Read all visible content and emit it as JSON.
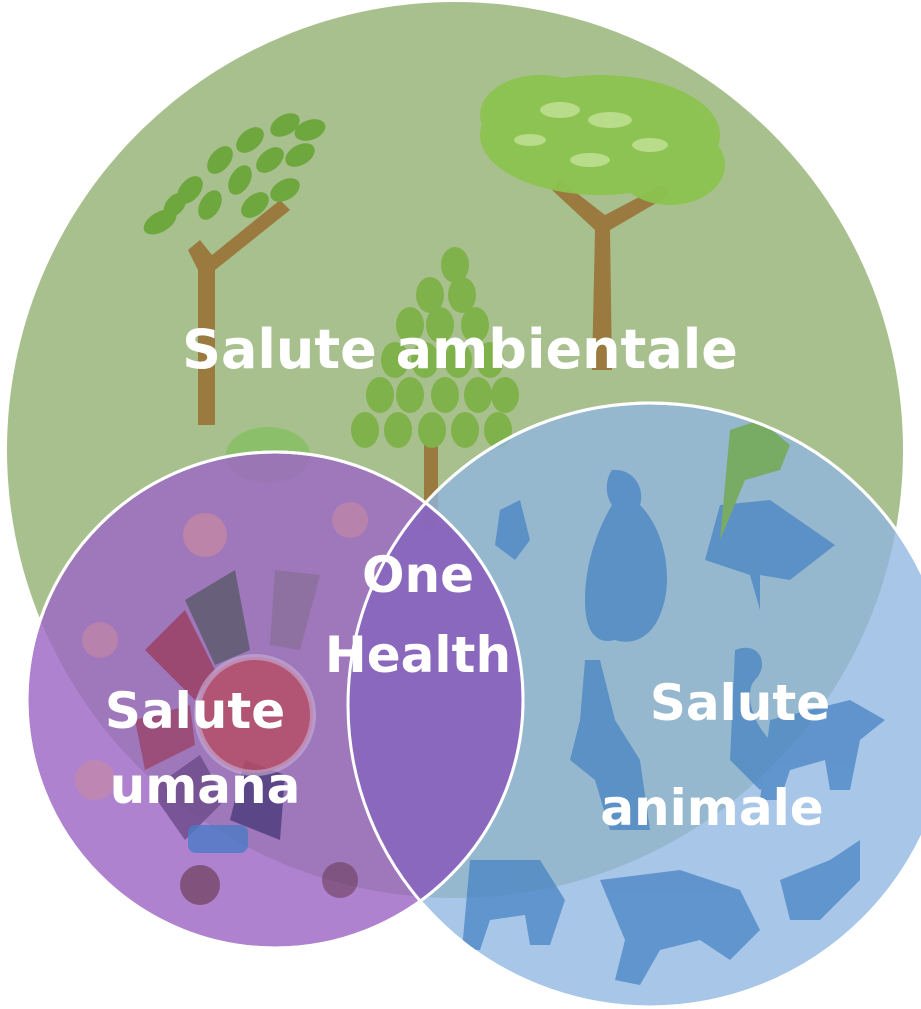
{
  "diagram": {
    "type": "venn",
    "sets": {
      "environment": {
        "label": "Salute ambientale",
        "color": "#9fba82"
      },
      "human": {
        "label_line1": "Salute",
        "label_line2": "umana",
        "color": "#9d67c4"
      },
      "animal": {
        "label_line1": "Salute",
        "label_line2": "animale",
        "color": "#8fb6e2"
      }
    },
    "intersection": {
      "label_line1": "One",
      "label_line2": "Health",
      "color": "#7a5db5"
    }
  }
}
